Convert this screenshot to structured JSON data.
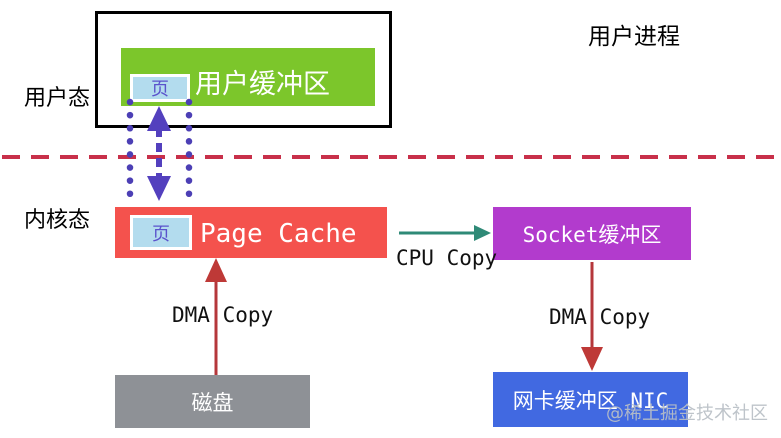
{
  "diagram": {
    "side_labels": {
      "user_mode": "用户态",
      "kernel_mode": "内核态"
    },
    "user_process": {
      "title": "用户进程",
      "buffer_label": "用户缓冲区",
      "page_label": "页"
    },
    "kernel": {
      "page_cache_label": "Page Cache",
      "page_label": "页",
      "socket_buffer_label": "Socket缓冲区",
      "nic_buffer_label": "网卡缓冲区 NIC",
      "disk_label": "磁盘"
    },
    "arrow_labels": {
      "cpu_copy": "CPU Copy",
      "dma_copy_disk": "DMA Copy",
      "dma_copy_nic": "DMA Copy"
    },
    "watermark": "@稀土掘金技术社区",
    "colors": {
      "user_buffer_green": "#7CC62B",
      "page_chip_blue": "#B3DCEE",
      "page_text_indigo": "#5A52CC",
      "page_cache_red": "#F4524D",
      "socket_purple": "#B23BCD",
      "nic_blue": "#4169E1",
      "disk_gray": "#8E9196",
      "divider_red": "#C8304A",
      "sync_arrow_purple": "#5340BE",
      "cpu_copy_teal": "#2F8A77",
      "dma_arrow_red": "#B5373B"
    }
  }
}
